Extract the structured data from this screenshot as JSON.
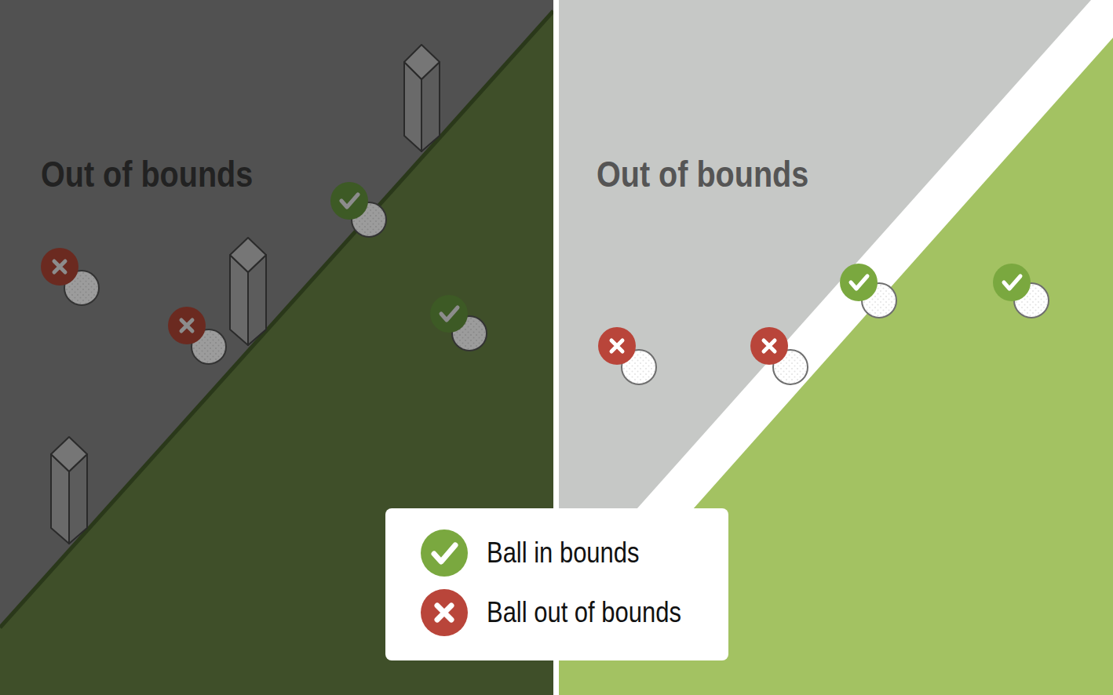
{
  "diagram": {
    "labels": [
      "Out of bounds",
      "Out of bounds"
    ],
    "legend": [
      {
        "text": "Ball in bounds",
        "color": "#7aa83f"
      },
      {
        "text": "Ball out of bounds",
        "color": "#b9453a"
      }
    ]
  }
}
